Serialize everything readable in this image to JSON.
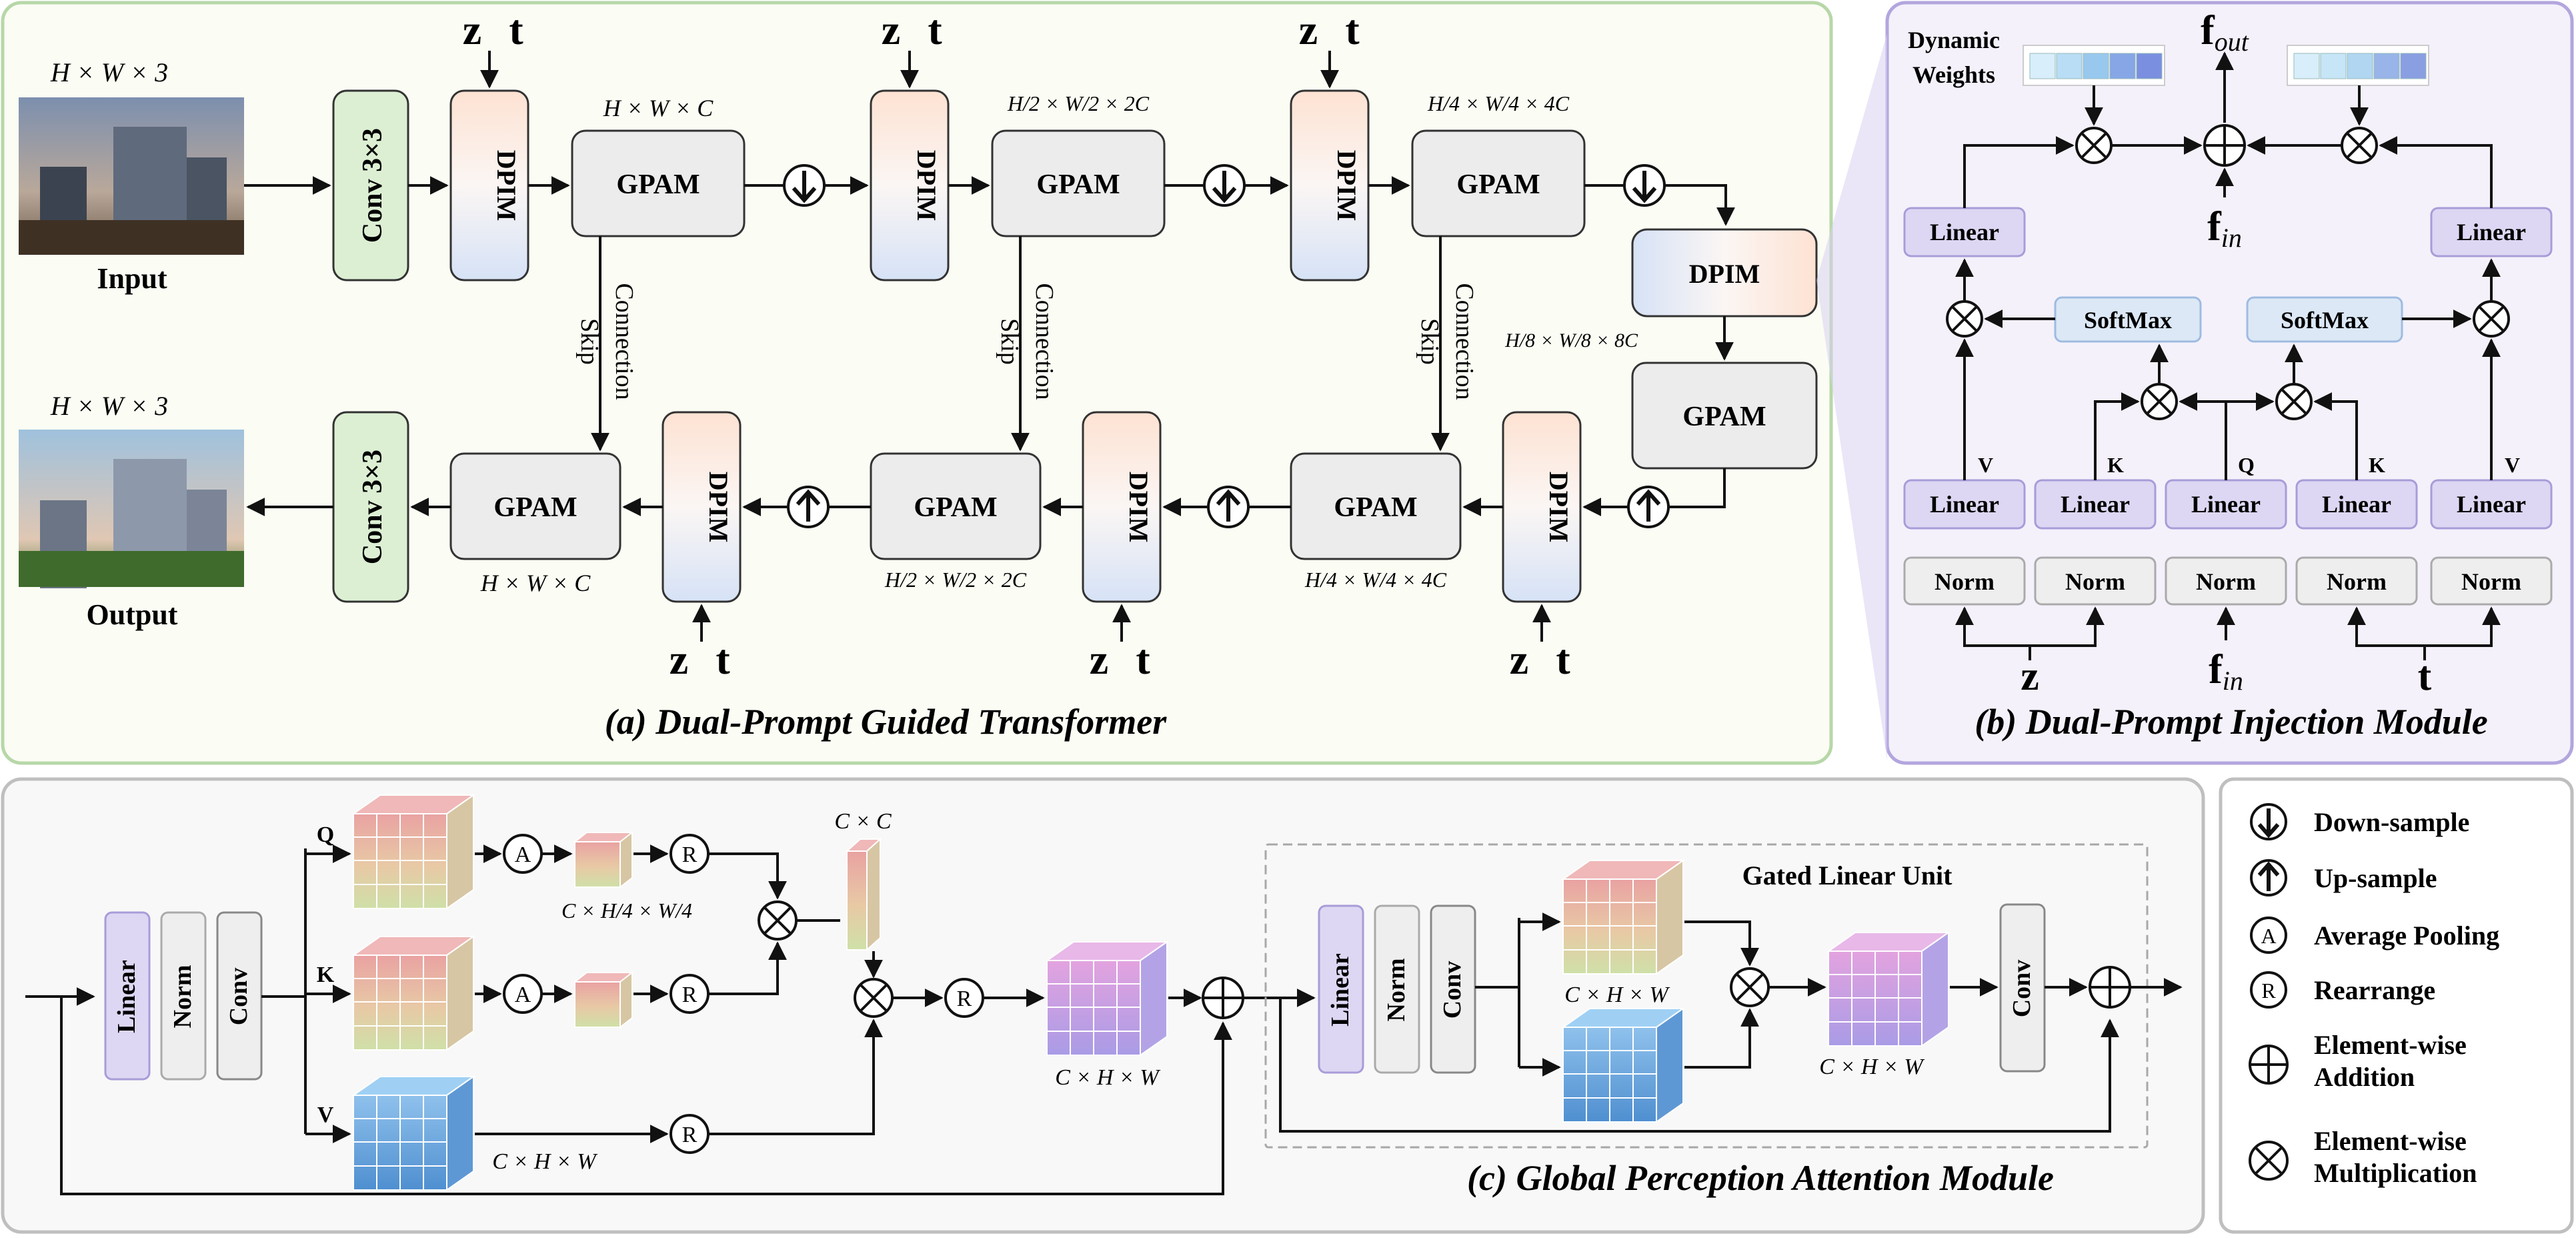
{
  "panel_a": {
    "caption": "(a) Dual-Prompt Guided Transformer",
    "input_label": "Input",
    "output_label": "Output",
    "input_dim": "H × W × 3",
    "output_dim": "H × W × 3",
    "conv_in": "Conv 3×3",
    "conv_out": "Conv 3×3",
    "dpim": "DPIM",
    "gpam": "GPAM",
    "prompt_z": "z",
    "prompt_t": "t",
    "skip_line1": "Skip",
    "skip_line2": "Connection",
    "dim_l1": "H × W × C",
    "dim_l2": "H/2 × W/2 × 2C",
    "dim_l3": "H/4 × W/4 × 4C",
    "dim_l4": "H/8 × W/8 × 8C"
  },
  "panel_b": {
    "caption": "(b) Dual-Prompt Injection Module",
    "dynamic_weights_line1": "Dynamic",
    "dynamic_weights_line2": "Weights",
    "f_out": "f",
    "f_out_sub": "out",
    "f_in": "f",
    "f_in_sub": "in",
    "linear": "Linear",
    "softmax": "SoftMax",
    "norm": "Norm",
    "v": "V",
    "k": "K",
    "q": "Q",
    "z": "z",
    "t": "t"
  },
  "panel_c": {
    "caption": "(c) Global Perception Attention Module",
    "linear": "Linear",
    "norm": "Norm",
    "conv": "Conv",
    "q": "Q",
    "k": "K",
    "v": "V",
    "cc": "C × C",
    "c_h4_w4": "C × H/4 × W/4",
    "chw": "C × H × W",
    "a": "A",
    "r": "R",
    "glu": "Gated Linear Unit"
  },
  "legend": {
    "down": "Down-sample",
    "up": "Up-sample",
    "avgpool": "Average Pooling",
    "rearrange": "Rearrange",
    "add_line1": "Element-wise",
    "add_line2": "Addition",
    "mul_line1": "Element-wise",
    "mul_line2": "Multiplication",
    "a": "A",
    "r": "R"
  },
  "colors": {
    "panel_a_border": "#b7d7a8",
    "panel_a_fill": "#fbfcf4",
    "panel_b_border": "#b3a6de",
    "panel_b_fill": "#f4f1fb",
    "panel_c_border": "#bfbfbf",
    "panel_c_fill": "#f8f8f8",
    "conv_fill": "#dcefd3",
    "gpam_fill": "#ececec",
    "linear_fill": "#ddd7f3",
    "softmax_fill": "#dce8f6",
    "norm_fill": "#eeeeee"
  }
}
